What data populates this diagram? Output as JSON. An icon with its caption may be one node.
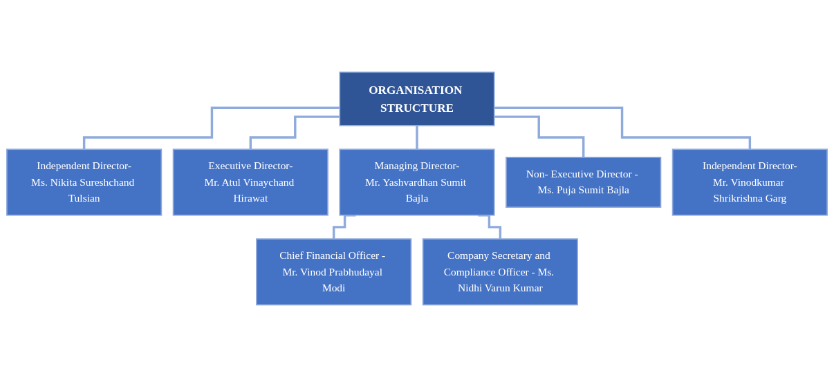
{
  "diagram": {
    "nodes": [
      {
        "text": [
          "ORGANISATION STRUCTURE"
        ]
      },
      {
        "text": [
          "Independent Director-",
          "Ms. Nikita Sureshchand Tulsian"
        ]
      },
      {
        "text": [
          "Executive Director-",
          "Mr. Atul Vinaychand Hirawat"
        ]
      },
      {
        "text": [
          "Managing Director-",
          "Mr. Yashvardhan Sumit Bajla"
        ]
      },
      {
        "text": [
          "Non- Executive Director - Ms. Puja Sumit Bajla"
        ]
      },
      {
        "text": [
          "Independent Director-",
          "Mr. Vinodkumar Shrikrishna Garg"
        ]
      },
      {
        "text": [
          "Chief Financial Officer - Mr. Vinod Prabhudayal Modi"
        ]
      },
      {
        "text": [
          "Company Secretary and Compliance Officer - Ms. Nidhi Varun Kumar"
        ]
      }
    ],
    "edges": [
      {
        "from": 0,
        "to": 1,
        "arrow": "none"
      },
      {
        "from": 0,
        "to": 2,
        "arrow": "none"
      },
      {
        "from": 0,
        "to": 3,
        "arrow": "none"
      },
      {
        "from": 0,
        "to": 4,
        "arrow": "none"
      },
      {
        "from": 0,
        "to": 5,
        "arrow": "none"
      },
      {
        "from": 3,
        "to": 6,
        "arrow": "none"
      },
      {
        "from": 3,
        "to": 7,
        "arrow": "none"
      }
    ]
  }
}
